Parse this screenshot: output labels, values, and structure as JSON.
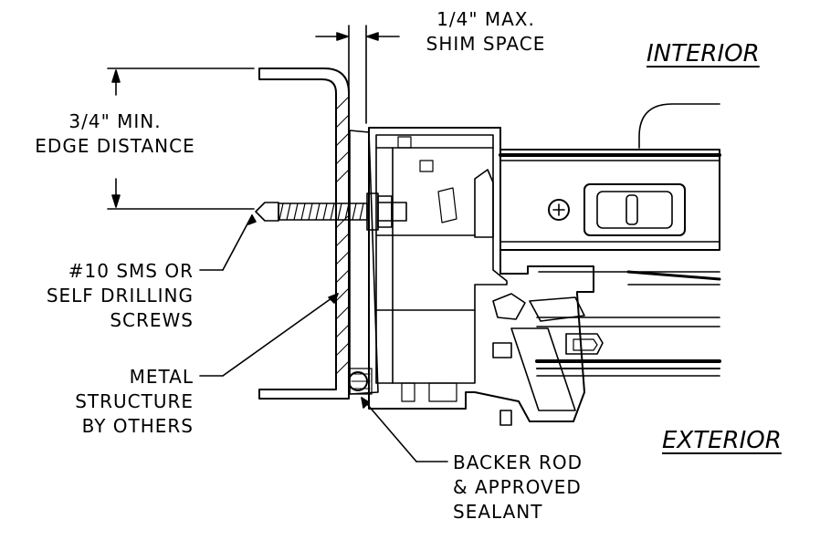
{
  "labels": {
    "shim": [
      "1/4\" MAX.",
      "SHIM SPACE"
    ],
    "edge": [
      "3/4\" MIN.",
      "EDGE DISTANCE"
    ],
    "screws": [
      "#10 SMS OR",
      "SELF DRILLING",
      "SCREWS"
    ],
    "metal": [
      "METAL",
      "STRUCTURE",
      "BY OTHERS"
    ],
    "backer": [
      "BACKER ROD",
      "& APPROVED",
      "SEALANT"
    ],
    "interior": "INTERIOR",
    "exterior": "EXTERIOR"
  }
}
